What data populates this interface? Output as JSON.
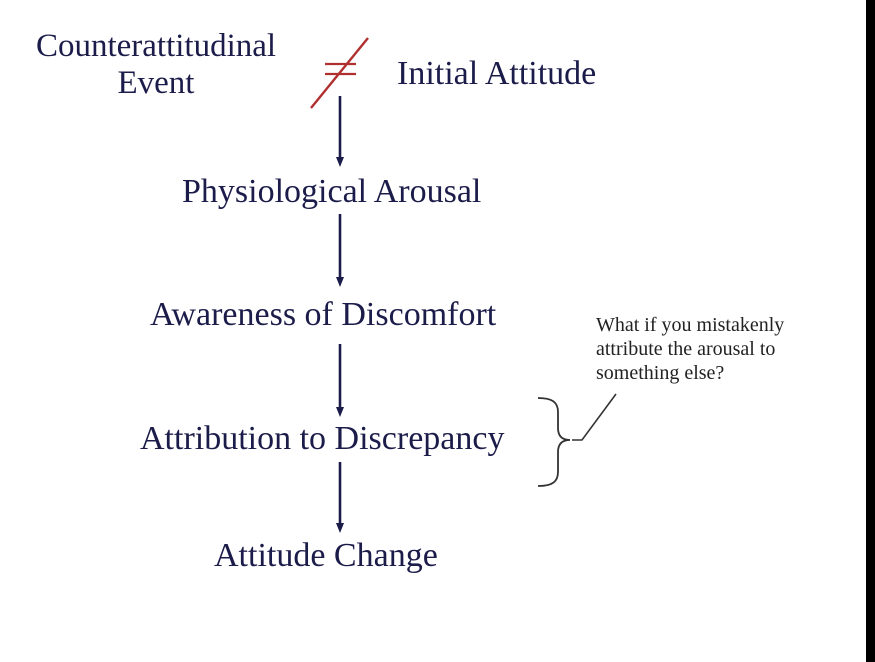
{
  "diagram": {
    "nodes": {
      "counterattitudinal_line1": "Counterattitudinal",
      "counterattitudinal_line2": "Event",
      "initial_attitude": "Initial Attitude",
      "physiological_arousal": "Physiological Arousal",
      "awareness_of_discomfort": "Awareness of Discomfort",
      "attribution_to_discrepancy": "Attribution to Discrepancy",
      "attitude_change": "Attitude Change"
    },
    "relation_symbol": "not-equal",
    "annotation": {
      "line1": "What if you mistakenly",
      "line2": "attribute the arousal to",
      "line3": "something else?"
    }
  },
  "colors": {
    "text": "#1c1c4a",
    "arrow": "#1c1c4a",
    "not_equal": "#b03030",
    "annotation_stroke": "#333333",
    "background": "#ffffff"
  }
}
